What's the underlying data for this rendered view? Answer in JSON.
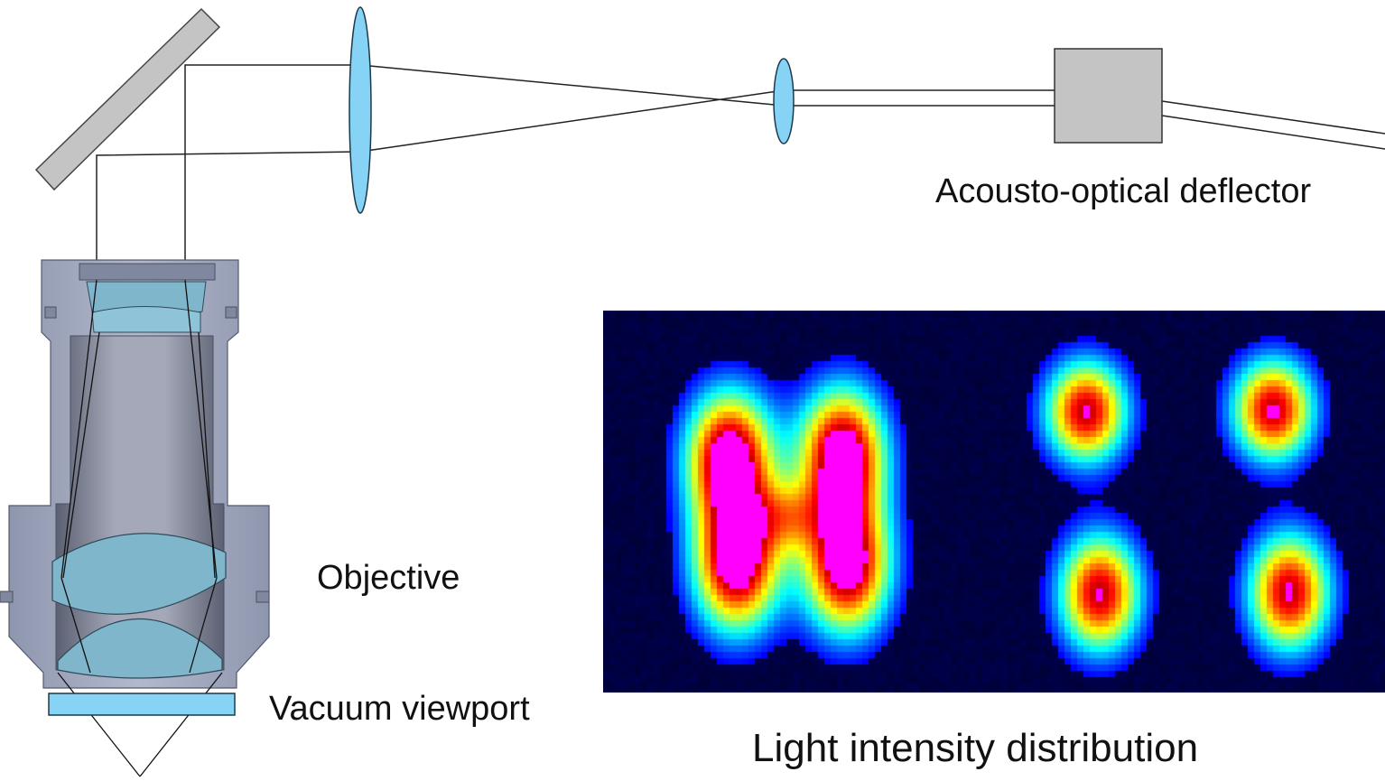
{
  "labels": {
    "deflector": "Acousto-optical deflector",
    "objective": "Objective",
    "viewport": "Vacuum viewport",
    "intensity": "Light intensity distribution"
  },
  "colors": {
    "lens_fill": "#87d3f5",
    "lens_stroke": "#1a3a4a",
    "mirror_fill": "#c4c4c4",
    "deflector_fill": "#c4c4c4",
    "beam": "#222222",
    "objective_body": "#9aa2b8",
    "objective_glass": "#7fb6cc",
    "viewport_fill": "#87d3f5",
    "intensity_background": "#00002e"
  },
  "intensity_map": {
    "colormap": "jet",
    "spots": [
      {
        "position": "top-left",
        "shape": "2x2 cluster (merged)"
      },
      {
        "position": "top-right-a",
        "shape": "single"
      },
      {
        "position": "top-right-b",
        "shape": "single"
      },
      {
        "position": "bottom-right-a",
        "shape": "single"
      },
      {
        "position": "bottom-right-b",
        "shape": "single"
      }
    ]
  }
}
